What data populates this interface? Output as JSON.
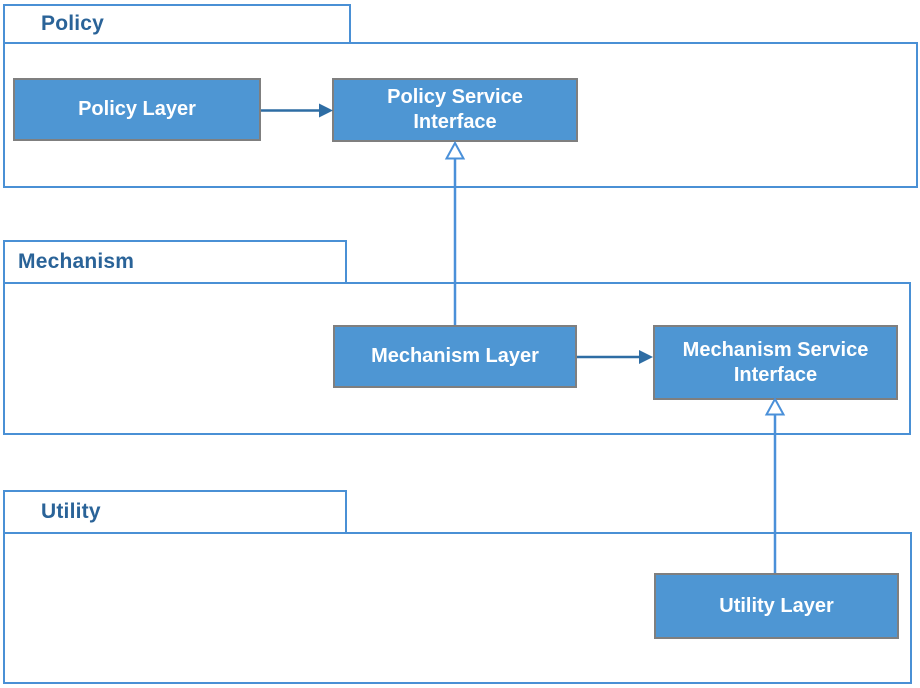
{
  "diagram": {
    "packages": [
      {
        "id": "policy",
        "label": "Policy",
        "nodes": [
          {
            "id": "policy-layer",
            "label": "Policy Layer"
          },
          {
            "id": "policy-service-interface",
            "label": "Policy Service Interface"
          }
        ]
      },
      {
        "id": "mechanism",
        "label": "Mechanism",
        "nodes": [
          {
            "id": "mechanism-layer",
            "label": "Mechanism Layer"
          },
          {
            "id": "mechanism-service-interface",
            "label": "Mechanism Service Interface"
          }
        ]
      },
      {
        "id": "utility",
        "label": "Utility",
        "nodes": [
          {
            "id": "utility-layer",
            "label": "Utility Layer"
          }
        ]
      }
    ],
    "connectors": [
      {
        "from": "Policy Layer",
        "to": "Policy Service Interface",
        "type": "directed-arrow"
      },
      {
        "from": "Mechanism Layer",
        "to": "Mechanism Service Interface",
        "type": "directed-arrow"
      },
      {
        "from": "Mechanism Layer",
        "to": "Policy Service Interface",
        "type": "realization-hollow-triangle"
      },
      {
        "from": "Utility Layer",
        "to": "Mechanism Service Interface",
        "type": "realization-hollow-triangle"
      }
    ]
  },
  "colors": {
    "package_border": "#4A90D5",
    "package_label": "#2A6398",
    "node_fill": "#4E96D3",
    "node_border": "#7F7F7F",
    "node_text": "#FFFFFF",
    "arrow": "#2E6DA4",
    "realization": "#4A90D9",
    "background": "#FFFFFF"
  }
}
